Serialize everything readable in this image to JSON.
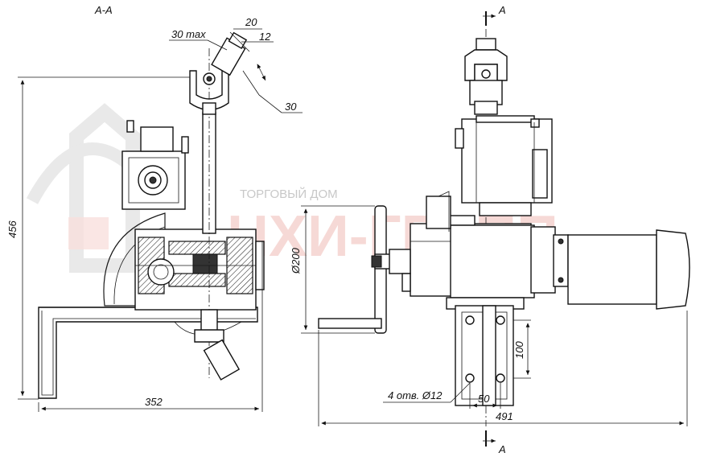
{
  "section_label": "А-А",
  "section_letter_top": "А",
  "section_letter_bottom": "А",
  "dimensions": {
    "angle_max": "30 max",
    "d20": "20",
    "d12": "12",
    "d30": "30",
    "height_456": "456",
    "width_352": "352",
    "diam_200": "Ø200",
    "holes": "4 отв. Ø12",
    "d50": "50",
    "d100": "100",
    "width_491": "491"
  },
  "watermark": {
    "small": "ТОРГОВЫЙ ДОМ",
    "large": "НХИ-ГРУПП"
  },
  "colors": {
    "line": "#1a1a1a",
    "watermark": "#d9574a"
  }
}
